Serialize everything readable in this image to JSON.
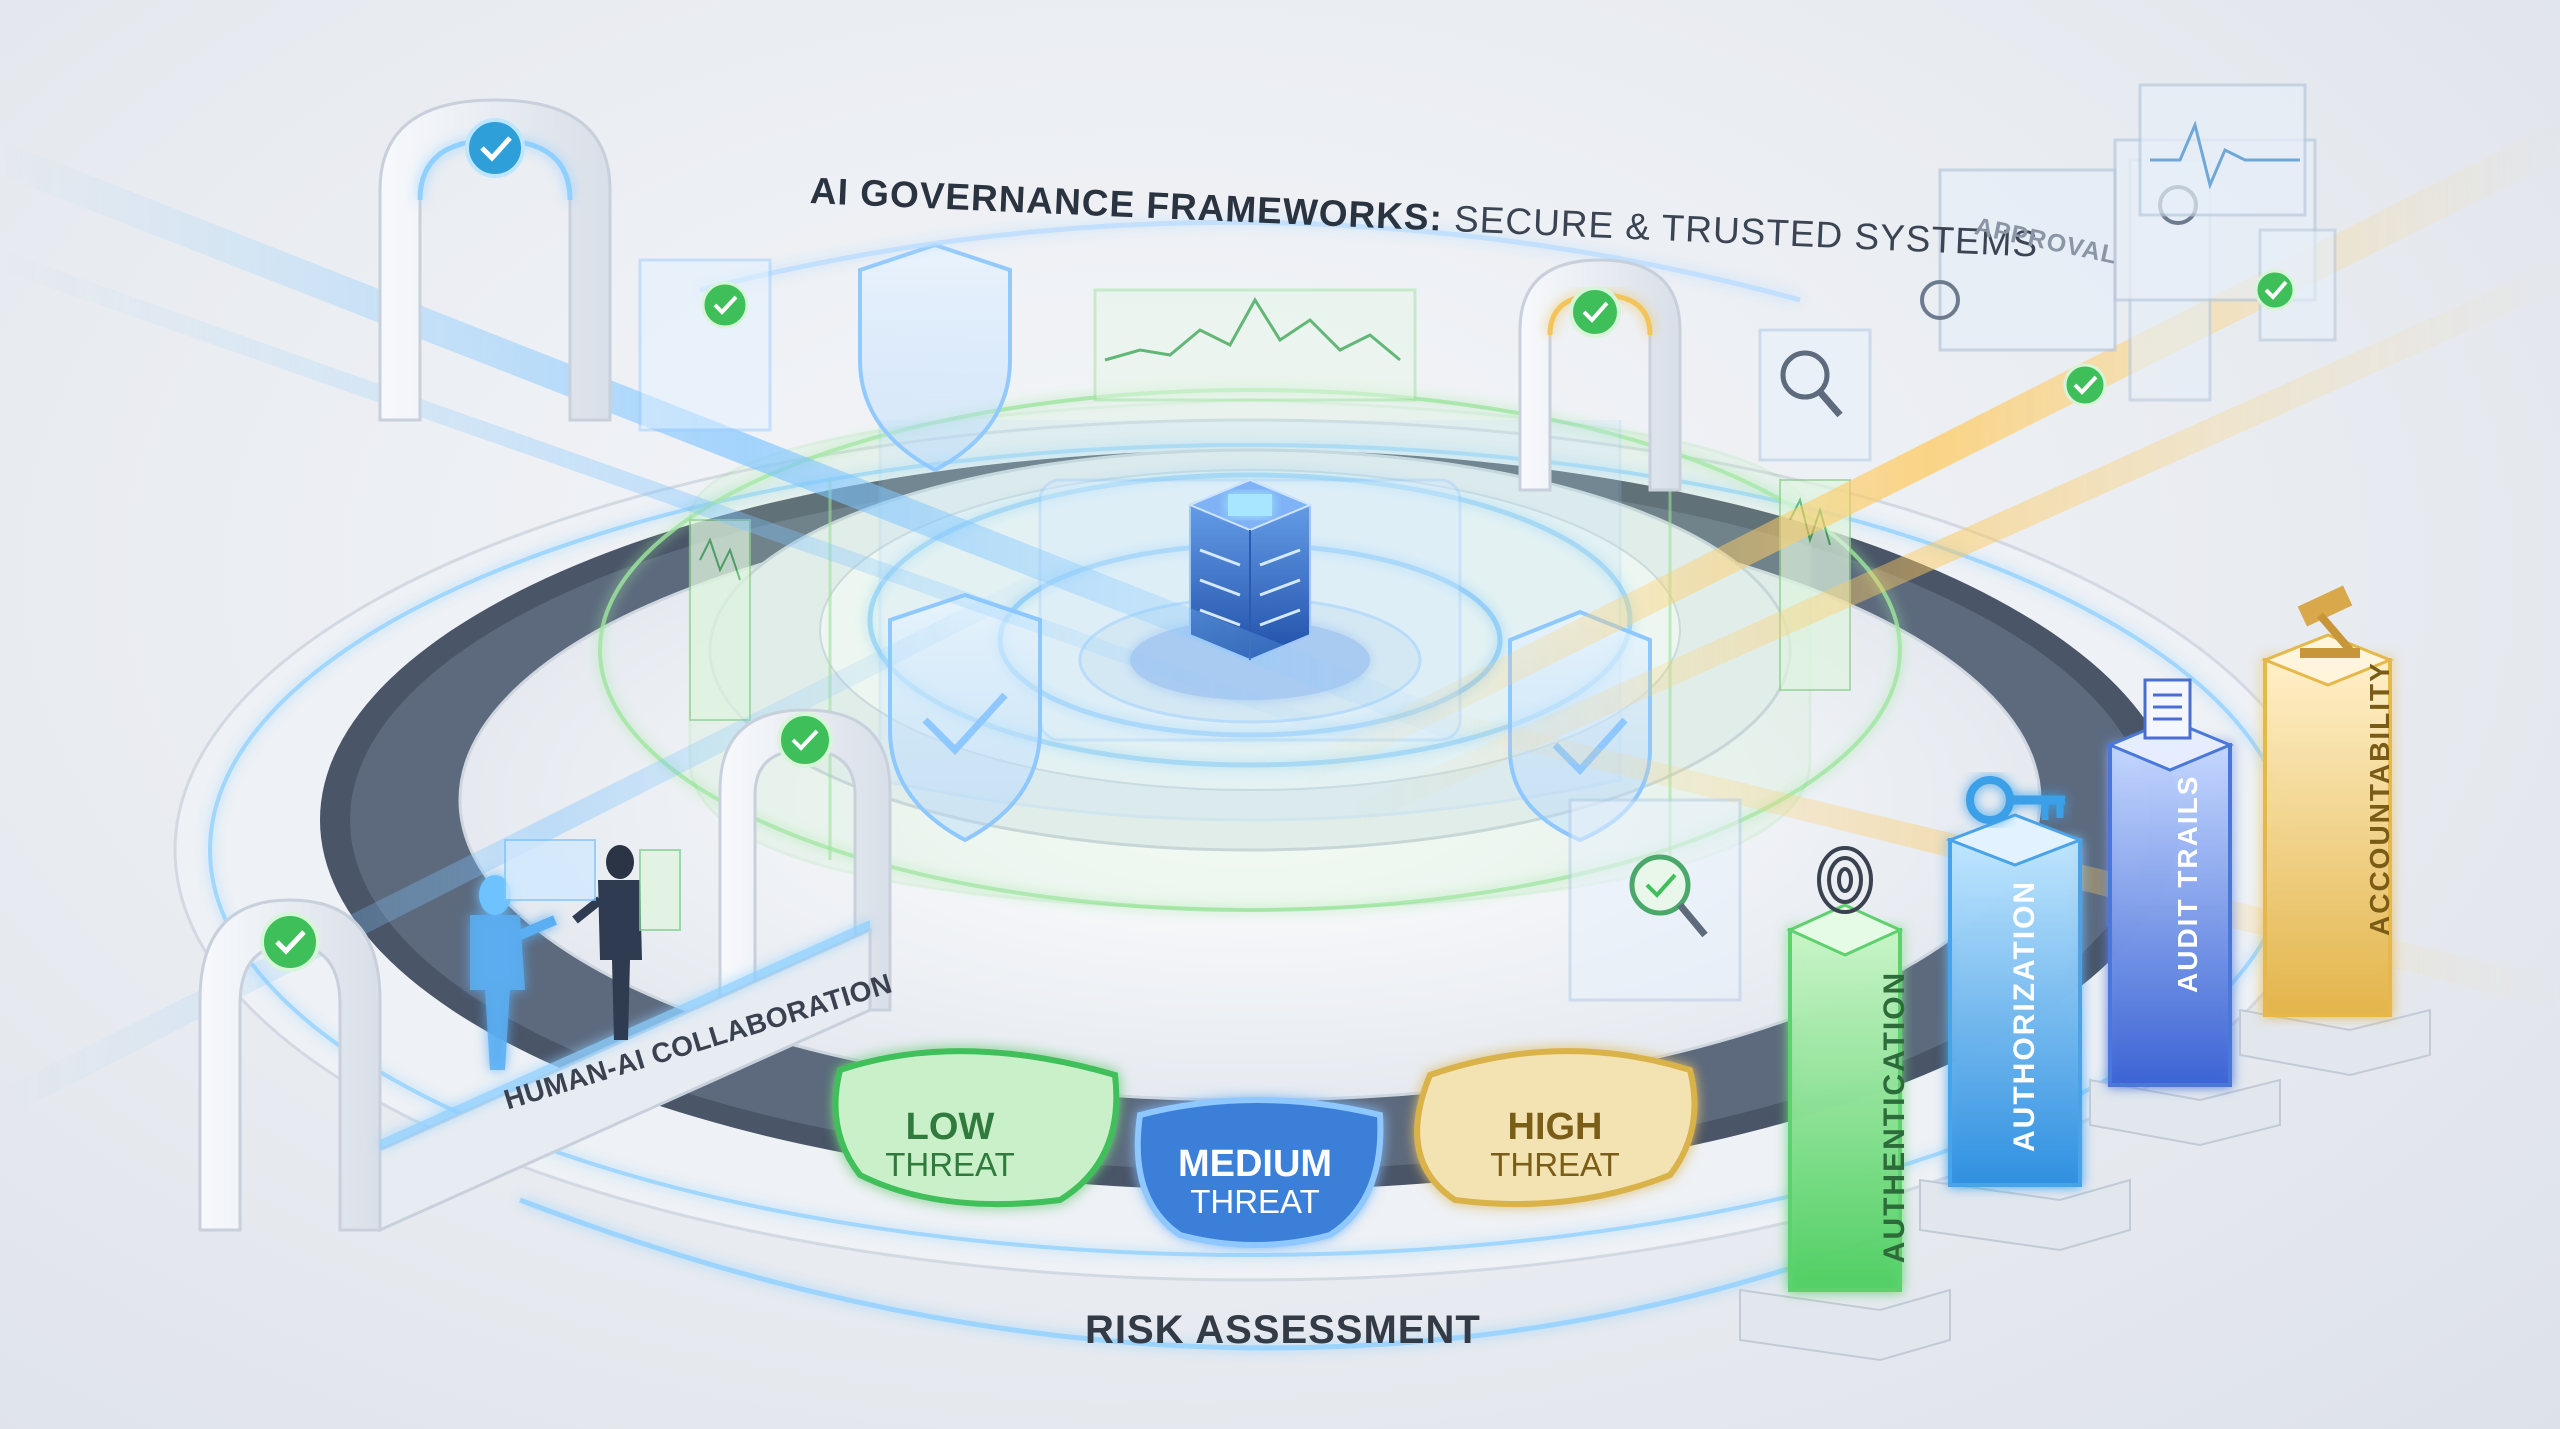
{
  "title": {
    "bold": "AI GOVERNANCE FRAMEWORKS:",
    "rest": "SECURE & TRUSTED SYSTEMS"
  },
  "collaboration_label": "HUMAN-AI COLLABORATION",
  "approval_label": "APPROVAL",
  "risk": {
    "label": "RISK ASSESSMENT",
    "levels": [
      {
        "line1": "LOW",
        "line2": "THREAT",
        "color": "#3fbf5a"
      },
      {
        "line1": "MEDIUM",
        "line2": "THREAT",
        "color": "#3b7fd9"
      },
      {
        "line1": "HIGH",
        "line2": "THREAT",
        "color": "#d9b24a"
      }
    ]
  },
  "pillars": [
    {
      "label": "AUTHENTICATION",
      "icon": "fingerprint-icon",
      "color": "#5fd06e"
    },
    {
      "label": "AUTHORIZATION",
      "icon": "key-icon",
      "color": "#4aa3e8"
    },
    {
      "label": "AUDIT TRAILS",
      "icon": "document-icon",
      "color": "#4a78d8"
    },
    {
      "label": "ACCOUNTABILITY",
      "icon": "gavel-icon",
      "color": "#e6b84a"
    }
  ],
  "icons": [
    "shield-check-icon",
    "checkmark-icon",
    "magnifier-icon",
    "server-icon",
    "person-icon",
    "robot-figure-icon"
  ]
}
